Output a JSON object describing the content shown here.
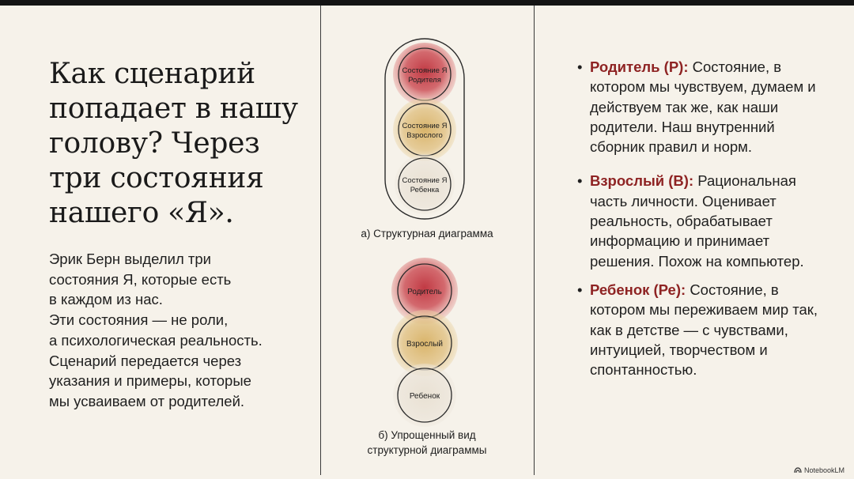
{
  "left": {
    "title": "Как сценарий попадает в нашу голову? Через три состояния нашего «Я».",
    "intro_lines": [
      "Эрик Берн выделил три",
      "состояния Я, которые есть",
      "в каждом из нас.",
      "Эти состояния — не роли,",
      "а психологическая реальность.",
      "Сценарий передается через",
      "указания и примеры, которые",
      "мы усваиваем от родителей."
    ]
  },
  "diagram": {
    "structural": {
      "circles": [
        {
          "line1": "Состояние Я",
          "line2": "Родителя"
        },
        {
          "line1": "Состояние Я",
          "line2": "Взрослого"
        },
        {
          "line1": "Состояние Я",
          "line2": "Ребенка"
        }
      ],
      "caption": "а) Структурная диаграмма"
    },
    "simplified": {
      "circles": [
        {
          "label": "Родитель"
        },
        {
          "label": "Взрослый"
        },
        {
          "label": "Ребенок"
        }
      ],
      "caption_line1": "б) Упрощенный вид",
      "caption_line2": "структурной диаграммы"
    },
    "colors": {
      "parent": "#c9474f",
      "adult": "#d8b268",
      "child": "#e4dccd",
      "outline": "#2a2a2a"
    }
  },
  "right": {
    "bullets": [
      {
        "term": "Родитель (Р):",
        "text": "Состояние, в котором мы чувствуем, думаем и действуем так же, как наши родители. Наш внутренний сборник правил и норм."
      },
      {
        "term": "Взрослый (В):",
        "text": "Рациональная часть личности. Оценивает реальность, обрабатывает информацию и принимает решения. Похож на компьютер."
      },
      {
        "term": "Ребенок (Ре):",
        "text": "Состояние, в котором мы переживаем мир так, как в детстве — с чувствами, интуицией, творчеством и спонтанностью."
      }
    ],
    "accent_color": "#8e2323"
  },
  "watermark": {
    "text": "NotebookLM",
    "icon": "notebooklm-logo-icon"
  }
}
